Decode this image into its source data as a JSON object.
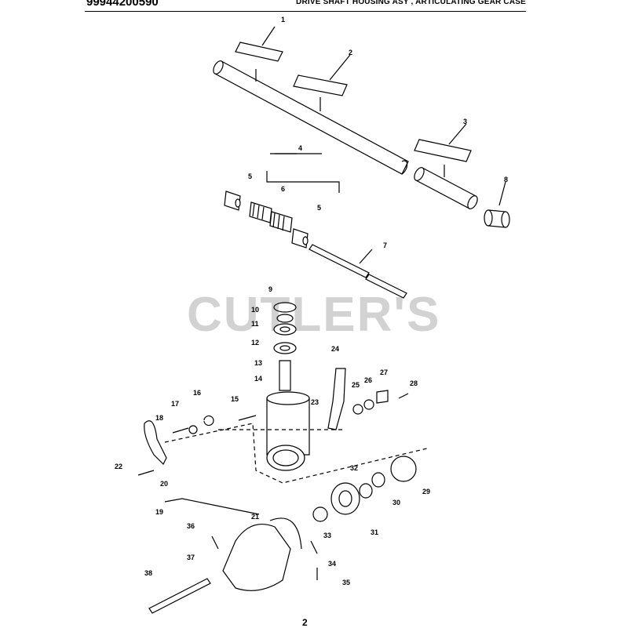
{
  "header": {
    "part_number": "99944200590",
    "title": "DRIVE SHAFT HOUSING ASY , ARTICULATING GEAR CASE"
  },
  "watermark": "CUTLER'S",
  "page_number": "2",
  "callouts": [
    "1",
    "2",
    "3",
    "4",
    "5",
    "6",
    "5",
    "7",
    "8",
    "9",
    "10",
    "11",
    "12",
    "13",
    "14",
    "15",
    "16",
    "17",
    "18",
    "19",
    "20",
    "21",
    "22",
    "23",
    "24",
    "25",
    "26",
    "27",
    "28",
    "29",
    "30",
    "31",
    "32",
    "33",
    "34",
    "35",
    "36",
    "37",
    "38"
  ]
}
